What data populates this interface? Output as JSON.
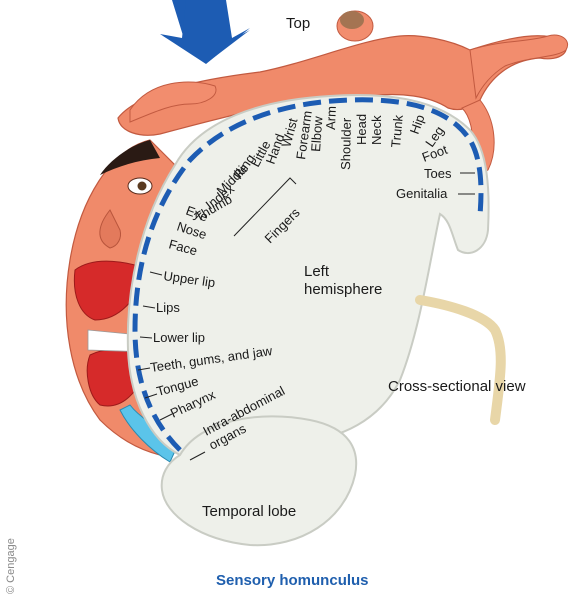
{
  "headings": {
    "top": "Top",
    "hemisphere": [
      "Left",
      "hemisphere"
    ],
    "cross_section": "Cross-sectional view",
    "temporal": "Temporal lobe",
    "fingers": "Fingers"
  },
  "caption": "Sensory homunculus",
  "credit": "© Cengage",
  "labels_top": [
    "Wrist",
    "Forearm",
    "Elbow",
    "Arm",
    "Shoulder",
    "Head",
    "Neck",
    "Trunk",
    "Hip",
    "Leg"
  ],
  "labels_fingers": [
    "Hand",
    "Little",
    "Ring",
    "Middle",
    "Index",
    "Thumb"
  ],
  "labels_right": [
    "Foot",
    "Toes",
    "Genitalia"
  ],
  "labels_left": [
    "Eye",
    "Nose",
    "Face",
    "Upper lip",
    "Lips",
    "Lower lip",
    "Teeth, gums, and jaw",
    "Tongue",
    "Pharynx"
  ],
  "labels_bottom": [
    "Intra-abdominal",
    "organs"
  ],
  "colors": {
    "arrow": "#1d5cb3",
    "dash": "#1d5cb3",
    "brain": "#eef0ea",
    "brain_shadow": "#c9ccc4",
    "skin": "#f08a6a",
    "skin_dark": "#d8664a",
    "lips": "#d62a2a",
    "caption": "#1f5fae"
  }
}
